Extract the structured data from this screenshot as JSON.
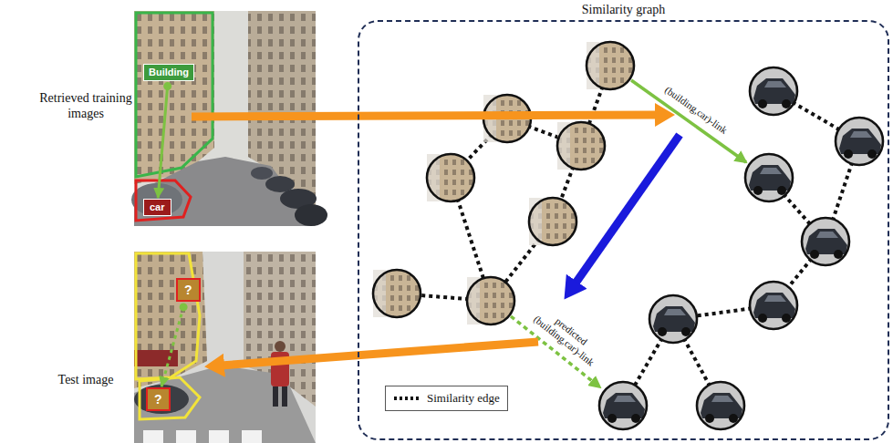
{
  "diagram": {
    "nodes": [
      {
        "text": [
          "Similarity graph"
        ]
      },
      {
        "text": [
          "Building"
        ]
      },
      {
        "text": [
          "car"
        ]
      },
      {
        "text": [
          "?"
        ]
      },
      {
        "text": [
          "?"
        ]
      }
    ],
    "edges": [
      {
        "from": 1,
        "to": 2,
        "arrow": "to"
      },
      {
        "from": 3,
        "to": 4,
        "arrow": "to"
      }
    ],
    "labels": [
      "Retrieved training images",
      "Test image",
      "(building,car)-link",
      "predicted (building,car)-link"
    ],
    "legend": [
      {
        "text": "Similarity edge"
      }
    ]
  }
}
